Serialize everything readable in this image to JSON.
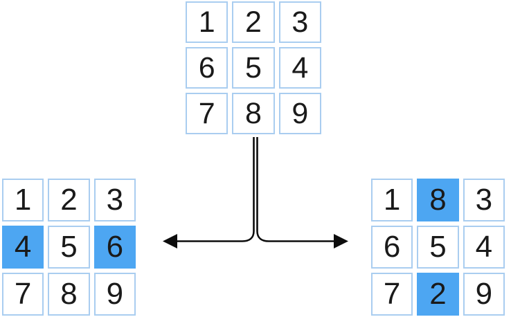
{
  "diagram": {
    "title": "Tile swap branching diagram",
    "background_color": "#ffffff",
    "cell_border_color": "#a9cdf0",
    "highlight_color": "#4da6f2",
    "digit_color": "#1a1a1a",
    "connector_color": "#0d0d0d",
    "grids": {
      "top": {
        "name": "parent-state-grid",
        "rows": [
          [
            {
              "value": "1",
              "highlighted": false
            },
            {
              "value": "2",
              "highlighted": false
            },
            {
              "value": "3",
              "highlighted": false
            }
          ],
          [
            {
              "value": "6",
              "highlighted": false
            },
            {
              "value": "5",
              "highlighted": false
            },
            {
              "value": "4",
              "highlighted": false
            }
          ],
          [
            {
              "value": "7",
              "highlighted": false
            },
            {
              "value": "8",
              "highlighted": false
            },
            {
              "value": "9",
              "highlighted": false
            }
          ]
        ]
      },
      "left": {
        "name": "child-state-grid-left",
        "rows": [
          [
            {
              "value": "1",
              "highlighted": false
            },
            {
              "value": "2",
              "highlighted": false
            },
            {
              "value": "3",
              "highlighted": false
            }
          ],
          [
            {
              "value": "4",
              "highlighted": true
            },
            {
              "value": "5",
              "highlighted": false
            },
            {
              "value": "6",
              "highlighted": true
            }
          ],
          [
            {
              "value": "7",
              "highlighted": false
            },
            {
              "value": "8",
              "highlighted": false
            },
            {
              "value": "9",
              "highlighted": false
            }
          ]
        ]
      },
      "right": {
        "name": "child-state-grid-right",
        "rows": [
          [
            {
              "value": "1",
              "highlighted": false
            },
            {
              "value": "8",
              "highlighted": true
            },
            {
              "value": "3",
              "highlighted": false
            }
          ],
          [
            {
              "value": "6",
              "highlighted": false
            },
            {
              "value": "5",
              "highlighted": false
            },
            {
              "value": "4",
              "highlighted": false
            }
          ],
          [
            {
              "value": "7",
              "highlighted": false
            },
            {
              "value": "2",
              "highlighted": true
            },
            {
              "value": "9",
              "highlighted": false
            }
          ]
        ]
      }
    },
    "connector": {
      "name": "branching-double-arrow",
      "style": "double-headed horizontal arrow with vertical stem from parent grid",
      "arrow_left_label": "",
      "arrow_right_label": ""
    }
  }
}
